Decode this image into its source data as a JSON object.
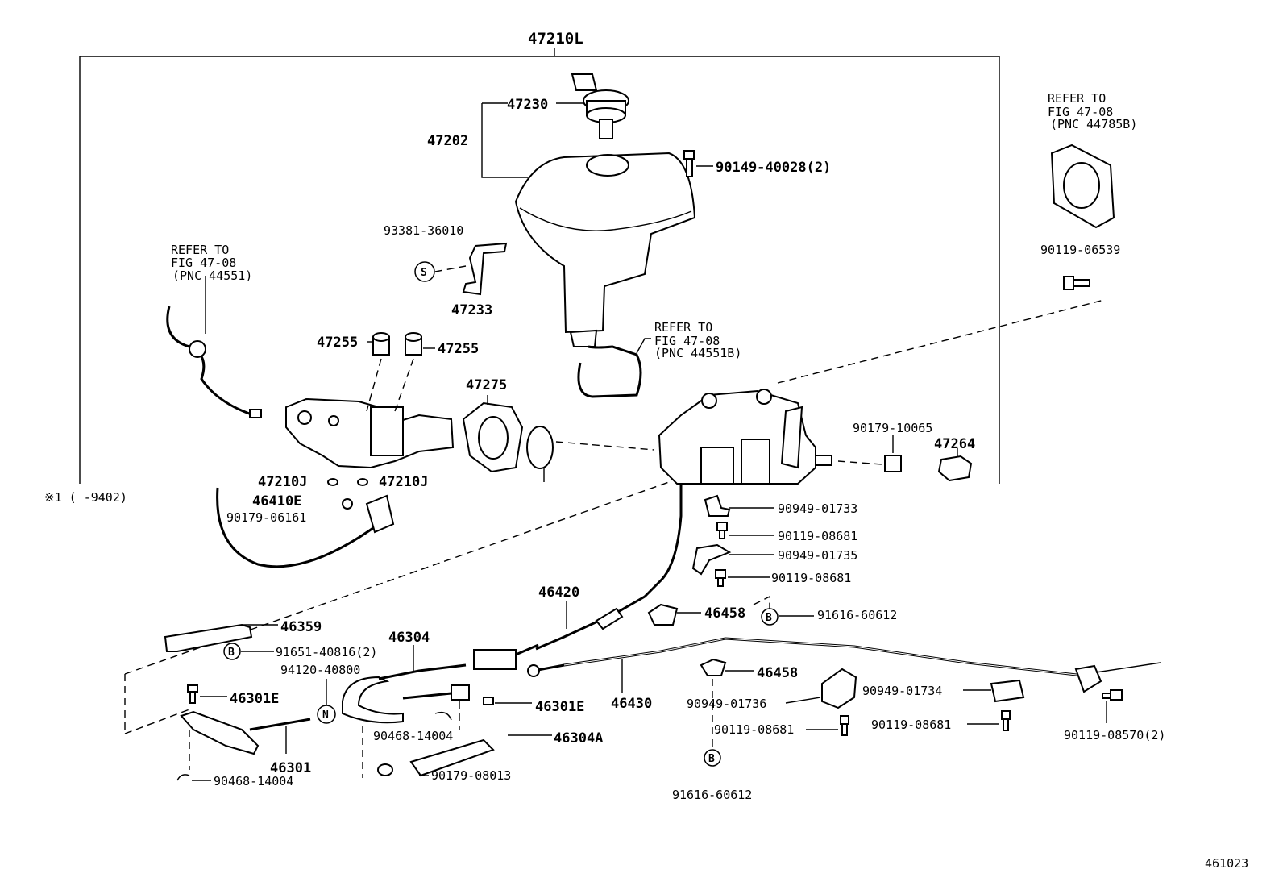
{
  "header": {
    "assembly_label": "47210L"
  },
  "footer": {
    "figure_number": "461023"
  },
  "note": {
    "text": "※1 (      -9402)"
  },
  "refers": [
    {
      "text": "REFER TO\nFIG 47-08\n(PNC 44551)"
    },
    {
      "text": "REFER TO\nFIG 47-08\n(PNC 44551B)"
    },
    {
      "text": "REFER TO\nFIG 47-08\n(PNC 44785B)"
    }
  ],
  "labels": {
    "p47230": "47230",
    "p47202": "47202",
    "p90149": "90149-40028(2)",
    "p93381": "93381-36010",
    "p47233": "47233",
    "p47255a": "47255",
    "p47255b": "47255",
    "p47275": "47275",
    "p47210J_a": "47210J",
    "p47210J_b": "47210J",
    "p46410E": "46410E",
    "p90179_06161": "90179-06161",
    "p90119_06539": "90119-06539",
    "p90179_10065": "90179-10065",
    "p47264": "47264",
    "p90949_01733": "90949-01733",
    "p90119_08681_a": "90119-08681",
    "p90949_01735": "90949-01735",
    "p90119_08681_b": "90119-08681",
    "p46420": "46420",
    "p46458_a": "46458",
    "p91616_60612_a": "91616-60612",
    "p46359": "46359",
    "p91651": "91651-40816(2)",
    "p46304": "46304",
    "p94120": "94120-40800",
    "p46301E_a": "46301E",
    "p46301E_b": "46301E",
    "p46430": "46430",
    "p46458_b": "46458",
    "p90949_01736": "90949-01736",
    "p90949_01734": "90949-01734",
    "p90119_08681_c": "90119-08681",
    "p90119_08681_d": "90119-08681",
    "p90119_08570": "90119-08570(2)",
    "p90468_14004_a": "90468-14004",
    "p46304A": "46304A",
    "p46301": "46301",
    "p90468_14004_b": "90468-14004",
    "p90179_08013": "90179-08013",
    "p91616_60612_b": "91616-60612"
  },
  "marks": {
    "S": "S",
    "B": "B",
    "N": "N"
  }
}
